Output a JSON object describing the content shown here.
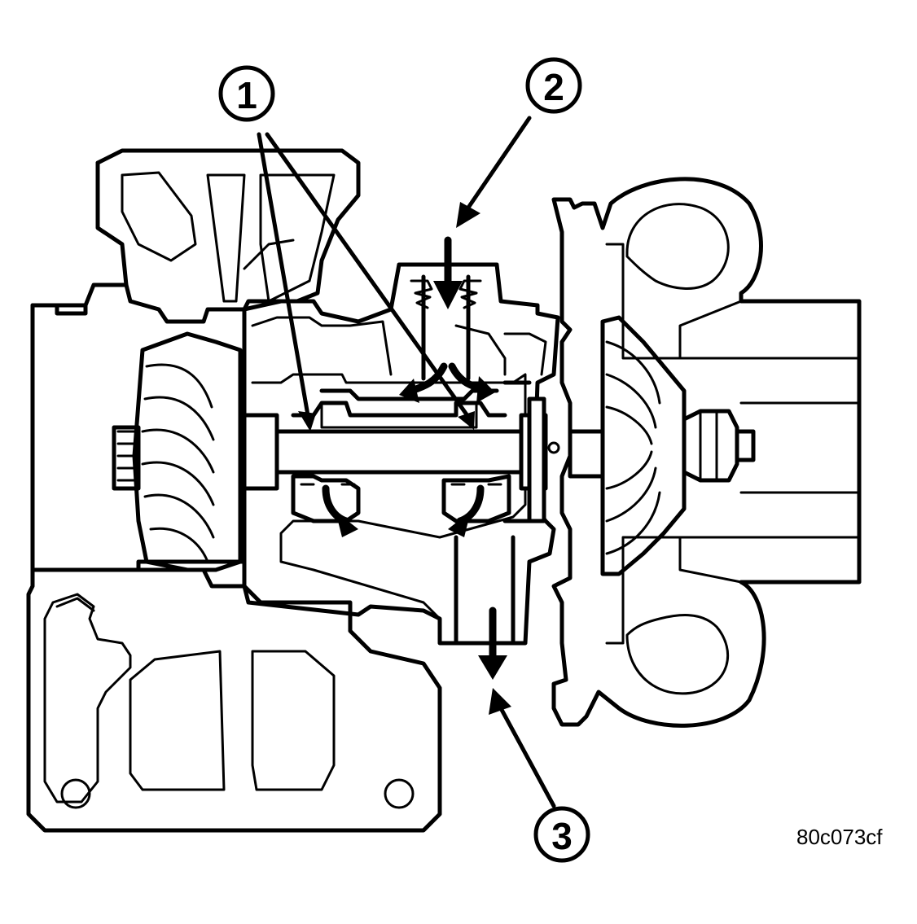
{
  "callouts": [
    {
      "id": "1",
      "label": "1"
    },
    {
      "id": "2",
      "label": "2"
    },
    {
      "id": "3",
      "label": "3"
    }
  ],
  "figure_code": "80c073cf",
  "colors": {
    "line": "#000000",
    "background": "#ffffff"
  }
}
